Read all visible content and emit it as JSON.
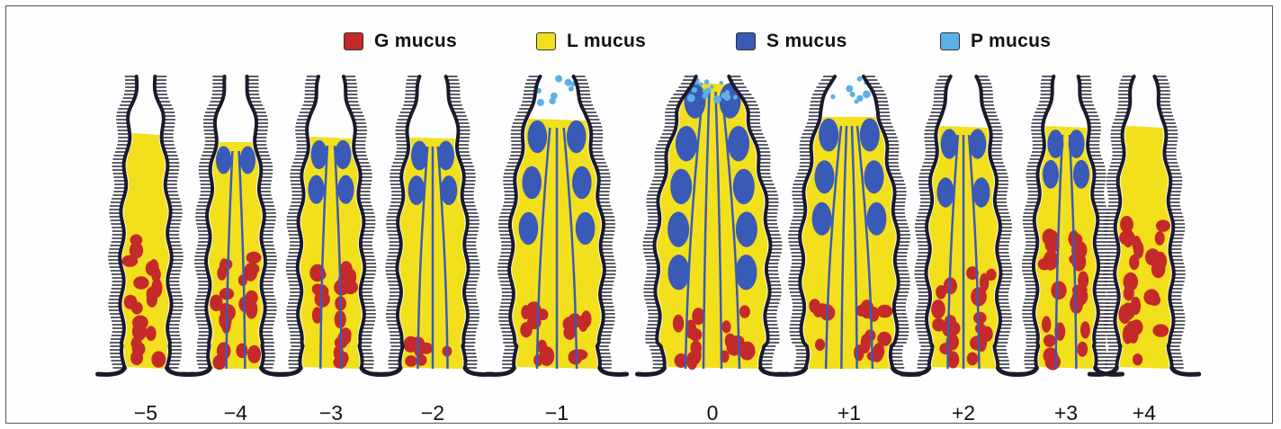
{
  "legend": [
    {
      "label": "G mucus",
      "color": "#c42a2a"
    },
    {
      "label": "L mucus",
      "color": "#f2e01c"
    },
    {
      "label": "S mucus",
      "color": "#3a5ab8"
    },
    {
      "label": "P mucus",
      "color": "#5cb0e6"
    }
  ],
  "stages": [
    "−5",
    "−4",
    "−3",
    "−2",
    "−1",
    "0",
    "+1",
    "+2",
    "+3",
    "+4"
  ],
  "colors": {
    "outline": "#1a1a2a",
    "yellow": "#f2e01c",
    "red": "#c42a2a",
    "blue": "#3a5ab8",
    "lightblue": "#5cb0e6"
  }
}
